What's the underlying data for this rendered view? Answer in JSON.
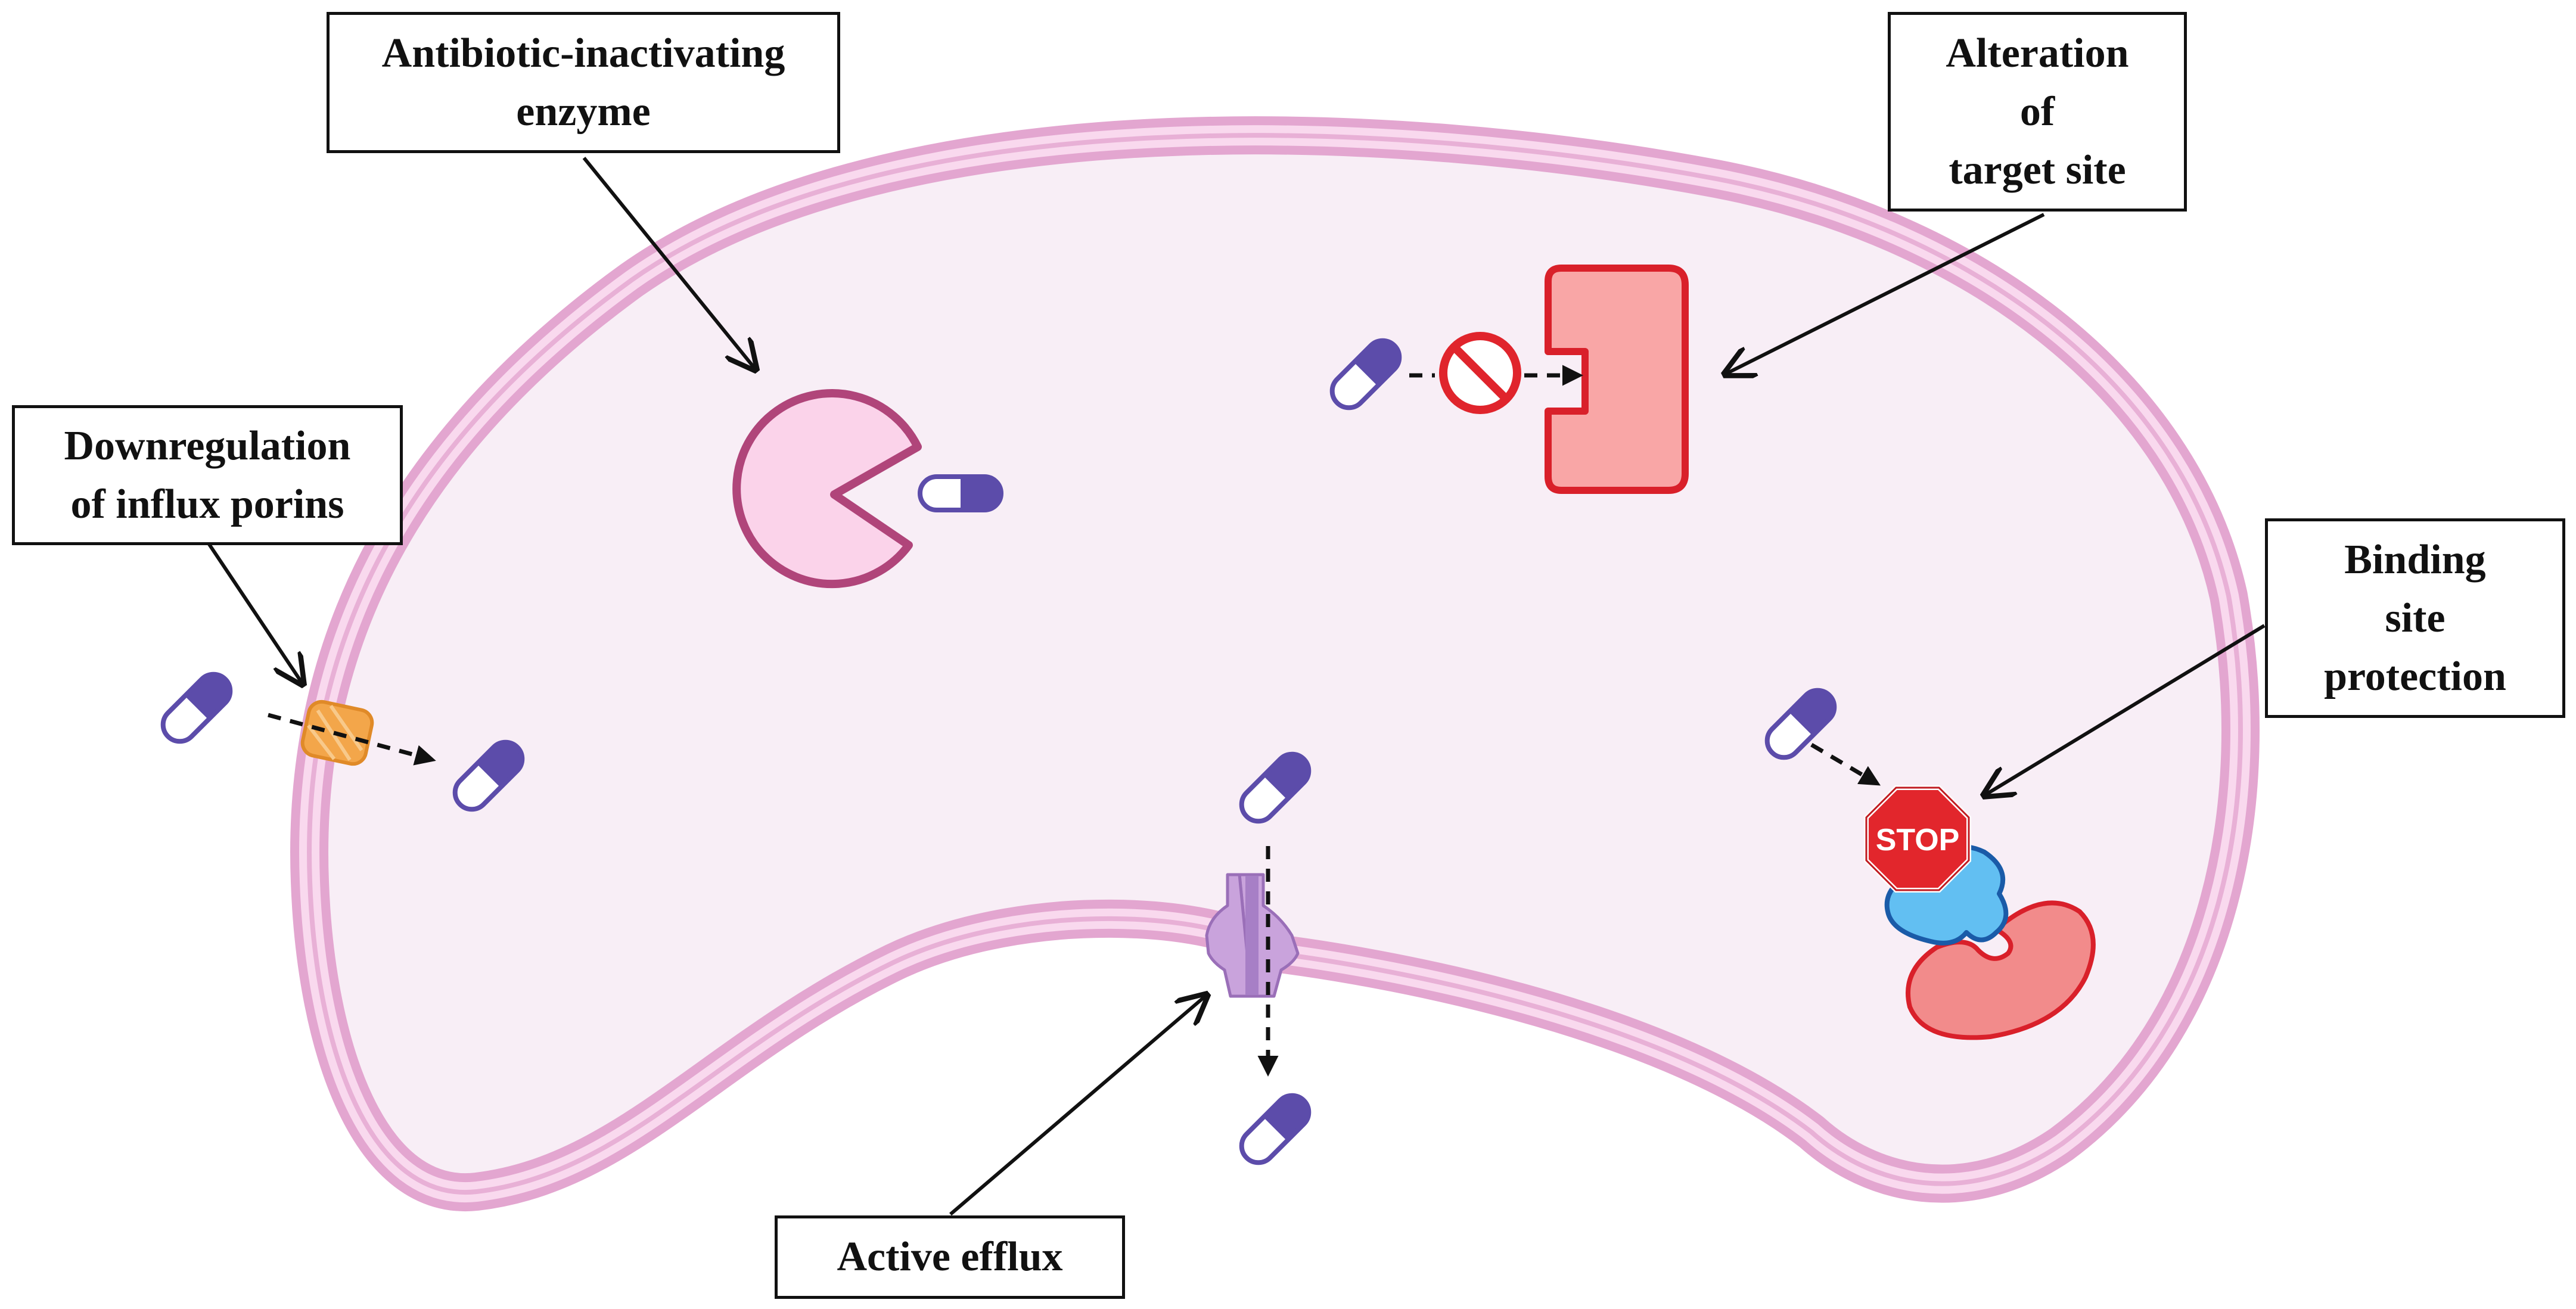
{
  "labels": {
    "enzyme": [
      "Antibiotic-inactivating",
      "enzyme"
    ],
    "target": [
      "Alteration",
      "of",
      "target site"
    ],
    "porins": [
      "Downregulation",
      "of influx porins"
    ],
    "binding": [
      "Binding",
      "site",
      "protection"
    ],
    "efflux": [
      "Active efflux"
    ]
  },
  "stop_sign_text": "STOP",
  "colors": {
    "membrane_outer": "#e3a6d0",
    "membrane_inner": "#f6d3ea",
    "cytoplasm": "#f8eef6",
    "capsule_fill": "#5c4caa",
    "enzyme_fill": "#fbd3ea",
    "enzyme_stroke": "#b0457a",
    "target_fill": "#f9a6a6",
    "target_stroke": "#d9202a",
    "efflux_pump": "#c9a3dc",
    "porin": "#f3a64a",
    "stop_red": "#e2262c",
    "protein_blue": "#62bff2",
    "ribosome_red": "#f28b8b"
  }
}
